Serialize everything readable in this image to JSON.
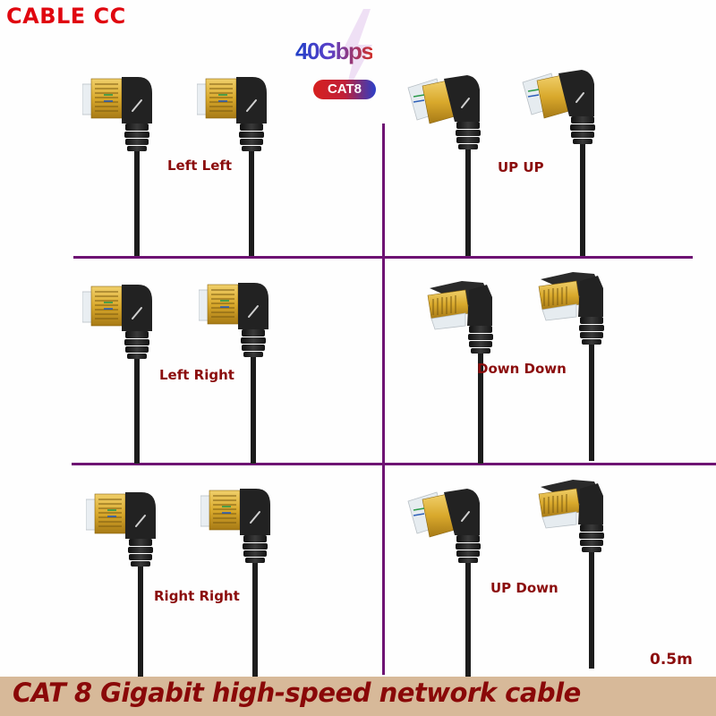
{
  "header": {
    "brand": "CABLE CC",
    "badge": {
      "speed": "40Gbps",
      "category": "CAT8"
    }
  },
  "panels": [
    {
      "label": "Left Left",
      "left_connector": "left",
      "right_connector": "left"
    },
    {
      "label": "UP UP",
      "left_connector": "up",
      "right_connector": "up"
    },
    {
      "label": "Left Right",
      "left_connector": "left",
      "right_connector": "right"
    },
    {
      "label": "Down Down",
      "left_connector": "down",
      "right_connector": "down"
    },
    {
      "label": "Right Right",
      "left_connector": "right",
      "right_connector": "right"
    },
    {
      "label": "UP Down",
      "left_connector": "up",
      "right_connector": "down"
    }
  ],
  "length": "0.5m",
  "footer": {
    "title": "CAT 8 Gigabit high-speed network cable"
  },
  "colors": {
    "brand": "#e0060f",
    "label": "#8b0c0c",
    "divider": "#6e1373",
    "footer_bg": "#d7b999",
    "footer_text": "#8a0808",
    "connector_gold": "#d9a92c",
    "cable_black": "#1c1c1c"
  }
}
